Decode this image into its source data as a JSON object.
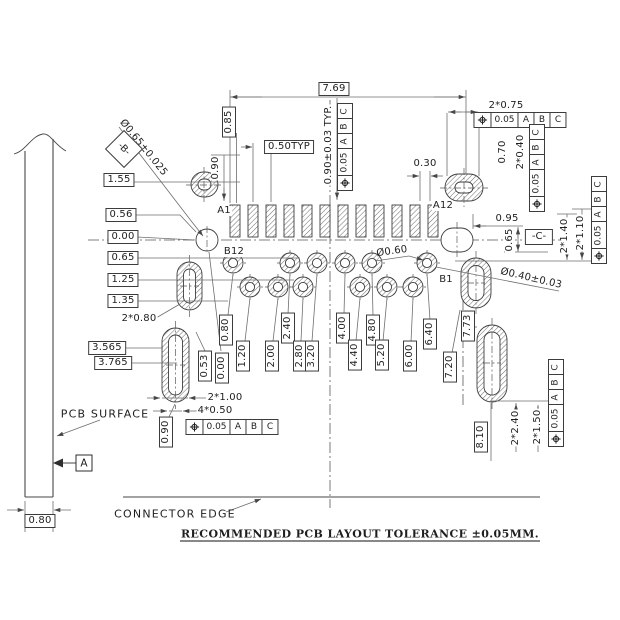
{
  "drawing": {
    "note": "RECOMMENDED PCB LAYOUT TOLERANCE ±0.05MM.",
    "labels": {
      "pcb_surface": "PCB SURFACE",
      "connector_edge": "CONNECTOR EDGE",
      "pin_a1": "A1",
      "pin_a12": "A12",
      "pin_b1": "B1",
      "pin_b12": "B12"
    },
    "datums": {
      "a": "A",
      "b": "-B-",
      "c": "-C-"
    },
    "fcf": {
      "tolerance": "0.05",
      "d1": "A",
      "d2": "B",
      "d3": "C"
    },
    "dims": {
      "overall_width": "7.69",
      "pad_pitch": "0.50TYP",
      "pad_length": "0.90±0.03 TYP.",
      "a_row_offset": "0.85",
      "a_row_drop": "0.90",
      "slot_width_top": "0.30",
      "hole_b": "Ø0.65±0.025",
      "left_155": "1.55",
      "left_056": "0.56",
      "left_000": "0.00",
      "left_065": "0.65",
      "left_125": "1.25",
      "left_135": "1.35",
      "slot_small": "2*0.80",
      "left_3565": "3.565",
      "left_3765": "3.765",
      "slot_big_len": "2*1.00",
      "slot_big_width": "4*0.50",
      "bottom_090": "0.90",
      "pcb_thickness": "0.80",
      "pad_dia": "Ø0.60",
      "hole_dia": "Ø0.40±0.03",
      "top_right_count": "2*0.75",
      "top_right_070": "0.70",
      "top_right_2x040": "2*0.40",
      "right_095": "0.95",
      "right_065": "0.65",
      "right_2x140": "2*1.40",
      "right_2x110": "2*1.10",
      "right_2x240": "2*2.40",
      "right_2x150": "2*1.50",
      "right_810": "8.10"
    },
    "x_positions": [
      "0.53",
      "0.00",
      "0.80",
      "1.20",
      "2.00",
      "2.40",
      "2.80",
      "3.20",
      "4.00",
      "4.40",
      "4.80",
      "5.20",
      "6.00",
      "6.40",
      "7.20",
      "7.73"
    ]
  }
}
